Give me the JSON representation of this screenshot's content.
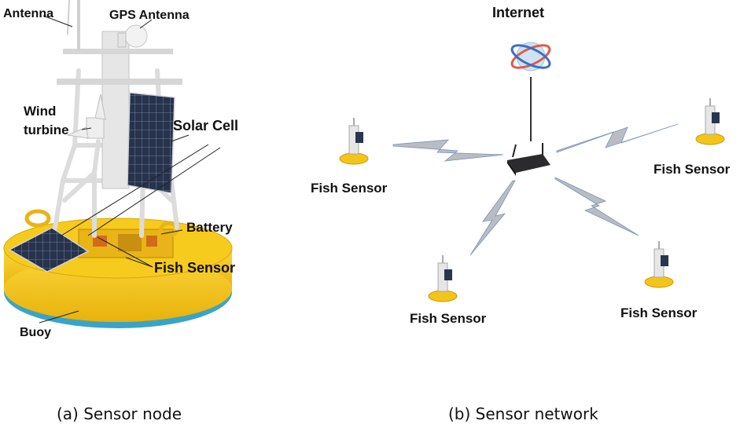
{
  "panel_a": {
    "labels": {
      "antenna": "Antenna",
      "gps_antenna": "GPS Antenna",
      "wind_line1": "Wind",
      "wind_line2": "turbine",
      "solar_cell": "Solar Cell",
      "battery": "Battery",
      "fish_sensor": "Fish Sensor",
      "buoy": "Buoy"
    },
    "caption": "(a) Sensor node"
  },
  "panel_b": {
    "internet": "Internet",
    "nodes": [
      {
        "id": "left",
        "label": "Fish Sensor"
      },
      {
        "id": "right",
        "label": "Fish Sensor"
      },
      {
        "id": "bottom-left",
        "label": "Fish Sensor"
      },
      {
        "id": "bottom-right",
        "label": "Fish Sensor"
      }
    ],
    "caption": "(b) Sensor network"
  },
  "colors": {
    "buoy_yellow": "#f4c518",
    "buoy_stripe": "#3aa3c8",
    "solar_blue": "#2a3550",
    "link_gray": "#b9bcc2",
    "router_dark": "#2b2b2d"
  }
}
